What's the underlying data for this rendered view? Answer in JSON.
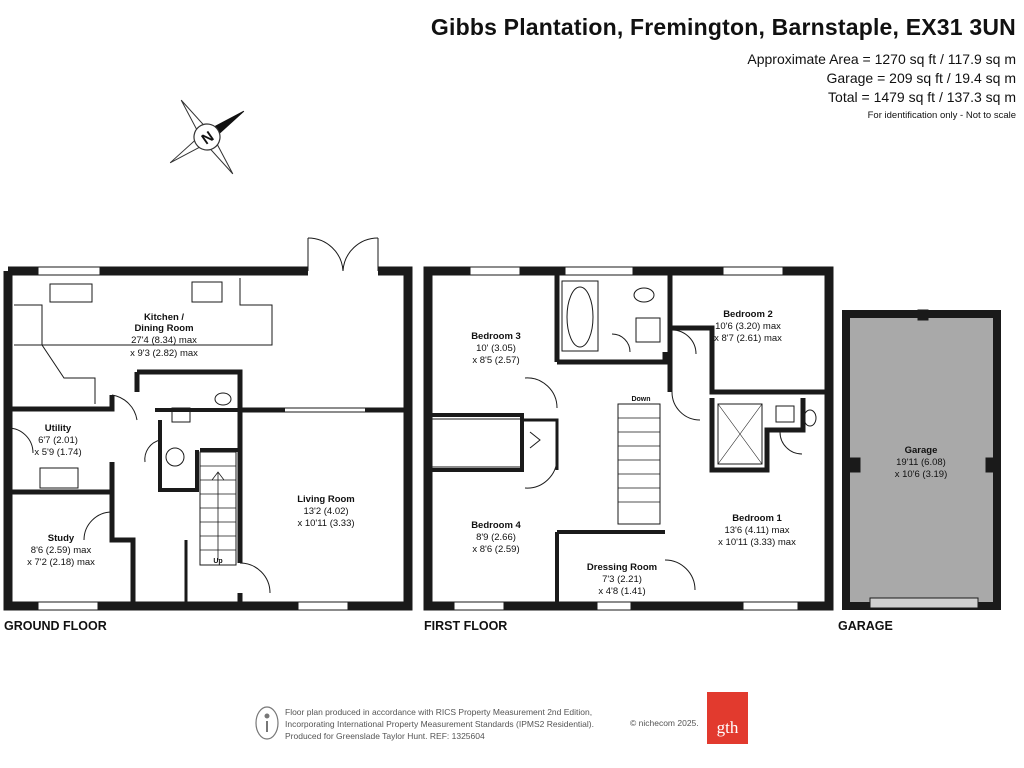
{
  "header": {
    "title": "Gibbs Plantation, Fremington, Barnstaple, EX31 3UN",
    "approx_area": "Approximate Area = 1270 sq ft / 117.9 sq m",
    "garage_area": "Garage = 209 sq ft / 19.4 sq m",
    "total_area": "Total = 1479 sq ft / 137.3 sq m",
    "note": "For identification only - Not to scale"
  },
  "compass": {
    "letter": "N"
  },
  "floors": {
    "ground": "GROUND FLOOR",
    "first": "FIRST FLOOR",
    "garage": "GARAGE"
  },
  "rooms": {
    "kitchen": {
      "name1": "Kitchen /",
      "name2": "Dining Room",
      "dim1": "27'4 (8.34) max",
      "dim2": "x 9'3 (2.82) max"
    },
    "utility": {
      "name": "Utility",
      "dim1": "6'7 (2.01)",
      "dim2": "x 5'9 (1.74)"
    },
    "study": {
      "name": "Study",
      "dim1": "8'6 (2.59) max",
      "dim2": "x 7'2 (2.18) max"
    },
    "living": {
      "name": "Living Room",
      "dim1": "13'2 (4.02)",
      "dim2": "x 10'11 (3.33)"
    },
    "up": "Up",
    "bedroom3": {
      "name": "Bedroom 3",
      "dim1": "10' (3.05)",
      "dim2": "x 8'5 (2.57)"
    },
    "bedroom2": {
      "name": "Bedroom 2",
      "dim1": "10'6 (3.20) max",
      "dim2": "x 8'7 (2.61) max"
    },
    "bedroom4": {
      "name": "Bedroom 4",
      "dim1": "8'9 (2.66)",
      "dim2": "x 8'6 (2.59)"
    },
    "bedroom1": {
      "name": "Bedroom 1",
      "dim1": "13'6 (4.11) max",
      "dim2": "x 10'11 (3.33) max"
    },
    "dressing": {
      "name": "Dressing Room",
      "dim1": "7'3 (2.21)",
      "dim2": "x 4'8 (1.41)"
    },
    "down": "Down",
    "garage": {
      "name": "Garage",
      "dim1": "19'11 (6.08)",
      "dim2": "x 10'6 (3.19)"
    }
  },
  "footer": {
    "line1": "Floor plan produced in accordance with RICS Property Measurement 2nd Edition,",
    "line2": "Incorporating International Property Measurement Standards (IPMS2 Residential).",
    "line3": "Produced for Greenslade Taylor Hunt.   REF: 1325604",
    "copyright": "© nichecom 2025.",
    "logo": "gth"
  },
  "colors": {
    "wall": "#1a1a1a",
    "garage_fill": "#a9a9a9",
    "logo": "#e23a2e"
  }
}
